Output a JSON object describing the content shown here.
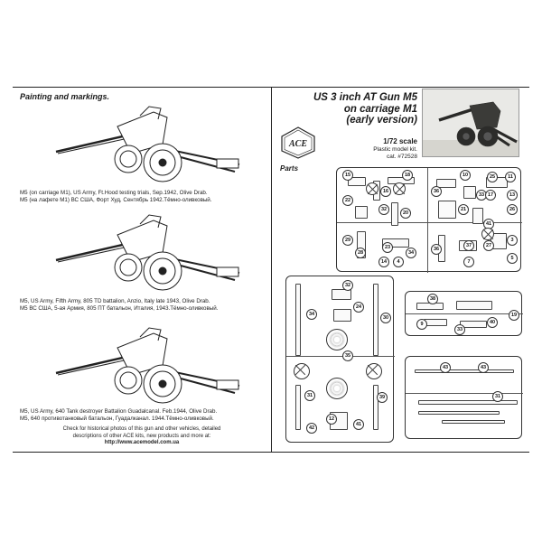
{
  "left": {
    "title": "Painting and markings.",
    "captions": [
      {
        "line1": "M5 (on carriage M1), US Army, Ft.Hood testing trials, Sep.1942, Olive Drab.",
        "line2": "M5 (на лафете M1) ВС США, Форт Худ, Сентябрь 1942.Тёмно-оливковый."
      },
      {
        "line1": "M5, US Army, Fifth Army, 805 TD battalion, Anzio, Italy late 1943, Olive Drab.",
        "line2": "M5 ВС США, 5-ая Армия, 805 ПТ батальон, Италия, 1943.Тёмно-оливковый."
      },
      {
        "line1": "M5, US Army, 640 Tank destroyer Battalion Guadalcanal. Feb.1944, Olive Drab.",
        "line2": "M5, 640 противотанковый батальон, Гуадалканал. 1944.Тёмно-оливковый."
      }
    ],
    "footer": {
      "line1": "Check for historical photos of this gun and  other vehicles, detailed",
      "line2": "descriptions of other ACE kits, new products and more at:",
      "url": "http://www.acemodel.com.ua"
    }
  },
  "right": {
    "title_line1": "US 3 inch AT Gun M5",
    "title_line2": "on carriage M1",
    "title_line3": "(early version)",
    "scale": "1/72 scale",
    "kit_type": "Plastic model kit.",
    "catalog": "cat. #72528",
    "logo_text": "ACE",
    "parts_label": "Parts"
  },
  "parts_numbers": {
    "sprue_a": [
      "15",
      "18",
      "10",
      "25",
      "11",
      "16",
      "22",
      "36",
      "33",
      "17",
      "13",
      "32",
      "20",
      "21",
      "41",
      "26",
      "29",
      "28",
      "36",
      "37",
      "27",
      "3",
      "23",
      "34",
      "5",
      "14",
      "4",
      "7"
    ],
    "sprue_b": [
      "32",
      "24",
      "30",
      "34",
      "35",
      "31",
      "39",
      "42",
      "12",
      "41"
    ],
    "sprue_c": [
      "38",
      "9",
      "40",
      "19",
      "33"
    ],
    "sprue_d": [
      "43",
      "43",
      "31"
    ]
  },
  "colors": {
    "line": "#333333",
    "background": "#ffffff"
  }
}
